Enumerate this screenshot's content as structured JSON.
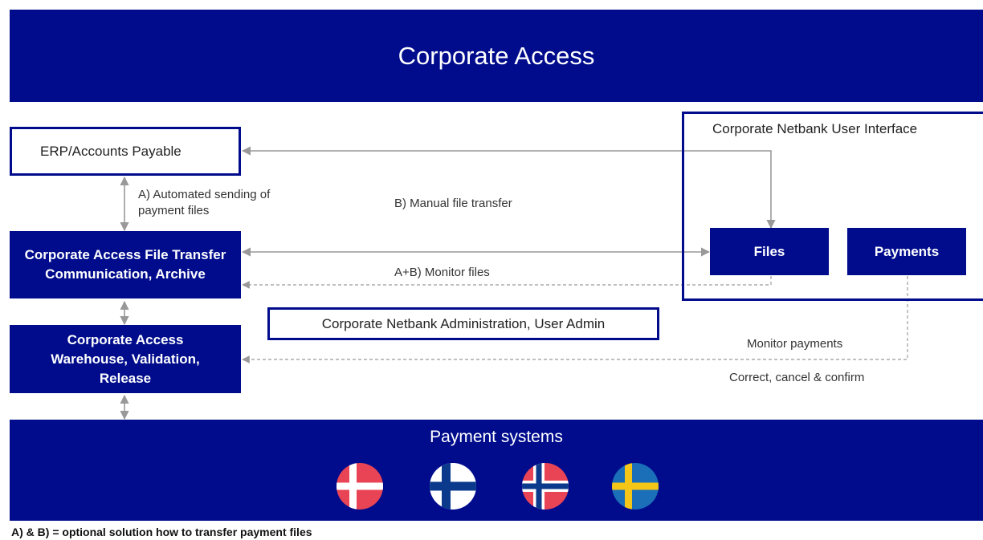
{
  "header": {
    "title": "Corporate Access"
  },
  "erp_box": {
    "label": "ERP/Accounts Payable"
  },
  "file_transfer_box": {
    "label": "Corporate Access File Transfer Communication, Archive"
  },
  "warehouse_box": {
    "label": "Corporate Access Warehouse, Validation, Release"
  },
  "admin_box": {
    "label": "Corporate Netbank Administration, User Admin"
  },
  "netbank_ui": {
    "title": "Corporate Netbank User Interface",
    "files_label": "Files",
    "payments_label": "Payments"
  },
  "labels": {
    "automated_sending": "A) Automated sending of payment files",
    "manual_transfer": "B) Manual file transfer",
    "monitor_files": "A+B) Monitor files",
    "monitor_payments": "Monitor payments",
    "correct_cancel": "Correct, cancel & confirm"
  },
  "footer_banner": {
    "title": "Payment systems"
  },
  "flags": [
    {
      "name": "denmark-flag",
      "field": "#e84455",
      "cross": "#ffffff"
    },
    {
      "name": "finland-flag",
      "field": "#ffffff",
      "cross": "#0b3a8c"
    },
    {
      "name": "norway-flag",
      "field": "#e84455",
      "cross_outer": "#ffffff",
      "cross_inner": "#0b3a8c"
    },
    {
      "name": "sweden-flag",
      "field": "#1a6fb8",
      "cross": "#f5c518"
    }
  ],
  "footnote": "A) & B) = optional solution how to transfer payment files",
  "colors": {
    "navy": "#000c8c",
    "arrow": "#999999"
  }
}
